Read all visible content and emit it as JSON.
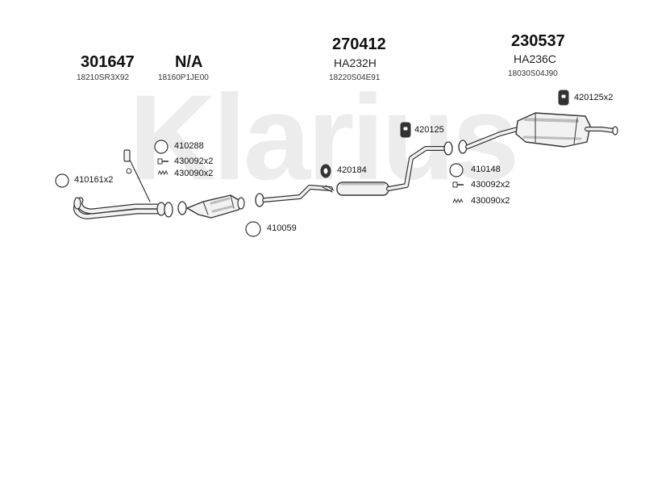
{
  "watermark": {
    "text": "Klarius",
    "color": "#ececec"
  },
  "colors": {
    "line": "#333333",
    "fill": "#f2f2f2",
    "shade": "#bdbdbd"
  },
  "groups": [
    {
      "id": "g1",
      "main": "301647",
      "sub": "18210SR3X92"
    },
    {
      "id": "g2",
      "main": "N/A",
      "sub": "18160P1JE00"
    },
    {
      "id": "g3",
      "main": "270412",
      "code": "HA232H",
      "sub": "18220S04E91"
    },
    {
      "id": "g4",
      "main": "230537",
      "code": "HA236C",
      "sub": "18030S04J90"
    }
  ],
  "parts": [
    {
      "id": "p410161",
      "label": "410161x2",
      "icon": "ring-icon"
    },
    {
      "id": "p410288",
      "label": "410288",
      "icon": "ring-icon"
    },
    {
      "id": "p430092a",
      "label": "430092x2",
      "icon": "bolt-icon"
    },
    {
      "id": "p430090a",
      "label": "430090x2",
      "icon": "spring-icon"
    },
    {
      "id": "p420184",
      "label": "420184",
      "icon": "rubber-mount-icon"
    },
    {
      "id": "p410059",
      "label": "410059",
      "icon": "ring-icon"
    },
    {
      "id": "p420125",
      "label": "420125",
      "icon": "rubber-hanger-icon"
    },
    {
      "id": "p410148",
      "label": "410148",
      "icon": "ring-icon"
    },
    {
      "id": "p430092b",
      "label": "430092x2",
      "icon": "bolt-icon"
    },
    {
      "id": "p430090b",
      "label": "430090x2",
      "icon": "spring-icon"
    },
    {
      "id": "p420125x2",
      "label": "420125x2",
      "icon": "rubber-hanger-icon"
    }
  ]
}
